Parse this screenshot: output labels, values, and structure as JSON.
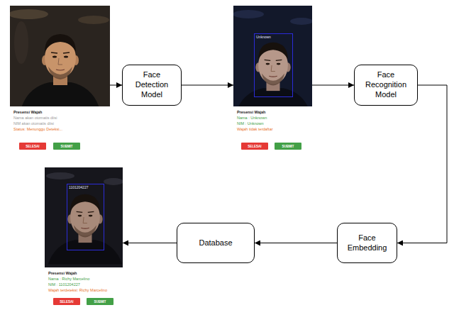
{
  "diagram": {
    "nodes": [
      {
        "text": [
          "Presensi Wajah",
          "Nama akan otomatis diisi",
          "NIM akan otomatis diisi",
          "Status: Menunggu Deteksi..."
        ]
      },
      {
        "text": [
          "SELESAI"
        ],
        "in": 0
      },
      {
        "text": [
          "SUBMIT"
        ],
        "in": 0
      },
      {
        "text": [
          "Face Detection Model"
        ]
      },
      {
        "text": [
          "Presensi Wajah",
          "Nama : Unknown",
          "NIM : Unknown",
          "Wajah tidak terdaftar"
        ]
      },
      {
        "text": [
          "Unknown"
        ],
        "in": 4
      },
      {
        "text": [
          "SELESAI"
        ],
        "in": 4
      },
      {
        "text": [
          "SUBMIT"
        ],
        "in": 4
      },
      {
        "text": [
          "Face Recognition Model"
        ]
      },
      {
        "text": [
          "Face Embedding"
        ]
      },
      {
        "text": [
          "Database"
        ]
      },
      {
        "text": [
          "Presensi Wajah",
          "Nama : Richy Marcelino",
          "NIM : 1101204227",
          "Wajah terdeteksi: Richy Marcelino"
        ]
      },
      {
        "text": [
          "1101204227"
        ],
        "in": 11
      },
      {
        "text": [
          "SELESAI"
        ],
        "in": 11
      },
      {
        "text": [
          "SUBMIT"
        ],
        "in": 11
      }
    ],
    "edges": [
      {
        "from": 0,
        "to": 3,
        "arrow": "to"
      },
      {
        "from": 3,
        "to": 4,
        "arrow": "to"
      },
      {
        "from": 4,
        "to": 8,
        "arrow": "to"
      },
      {
        "from": 8,
        "to": 9,
        "arrow": "to"
      },
      {
        "from": 9,
        "to": 10,
        "arrow": "to"
      },
      {
        "from": 10,
        "to": 11,
        "arrow": "to"
      }
    ]
  }
}
